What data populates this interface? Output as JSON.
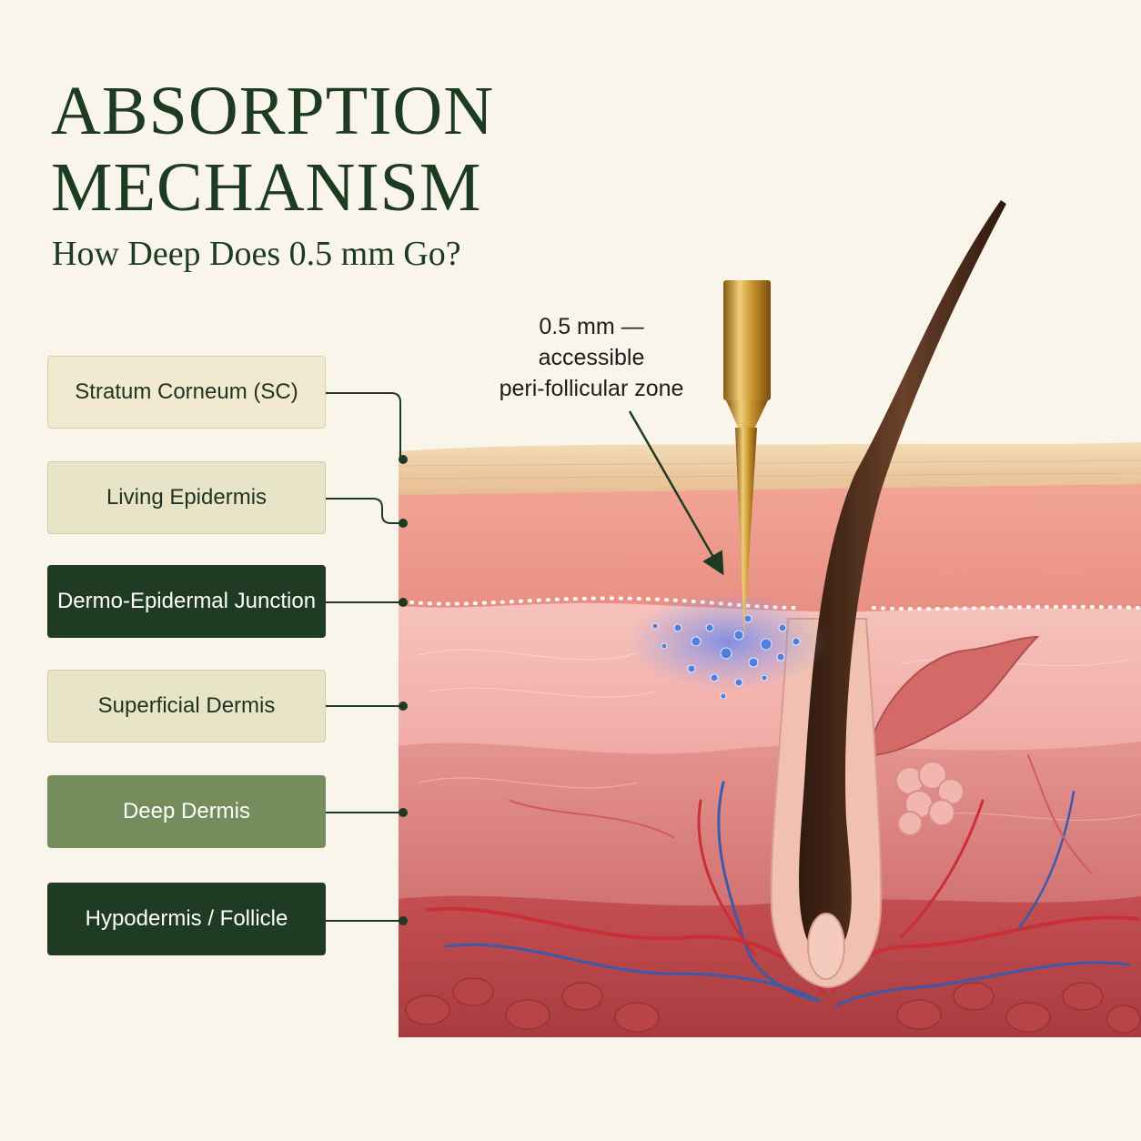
{
  "title": {
    "line1": "ABSORPTION",
    "line2": "MECHANISM"
  },
  "subtitle": "How Deep Does 0.5 mm Go?",
  "annotation": {
    "line1": "0.5 mm —",
    "line2": "accessible",
    "line3": "peri-follicular zone"
  },
  "layers": [
    {
      "label": "Stratum Corneum (SC)",
      "style": "light"
    },
    {
      "label": "Living Epidermis",
      "style": "sage"
    },
    {
      "label": "Dermo-Epidermal Junction",
      "style": "dark"
    },
    {
      "label": "Superficial Dermis",
      "style": "sage"
    },
    {
      "label": "Deep Dermis",
      "style": "mid"
    },
    {
      "label": "Hypodermis / Follicle",
      "style": "dark"
    }
  ],
  "colors": {
    "heading": "#1d3b22",
    "background": "#faf5ea",
    "box_dark": "#1f3b24",
    "box_mid": "#758c5c",
    "box_light": "#f1ead0",
    "needle_gold": "#c8962e",
    "delivery_blue": "#4f7fe0",
    "hair": "#4a2a1a"
  },
  "icons": [
    "microneedle-icon",
    "hair-follicle-icon",
    "absorption-droplets-icon"
  ]
}
